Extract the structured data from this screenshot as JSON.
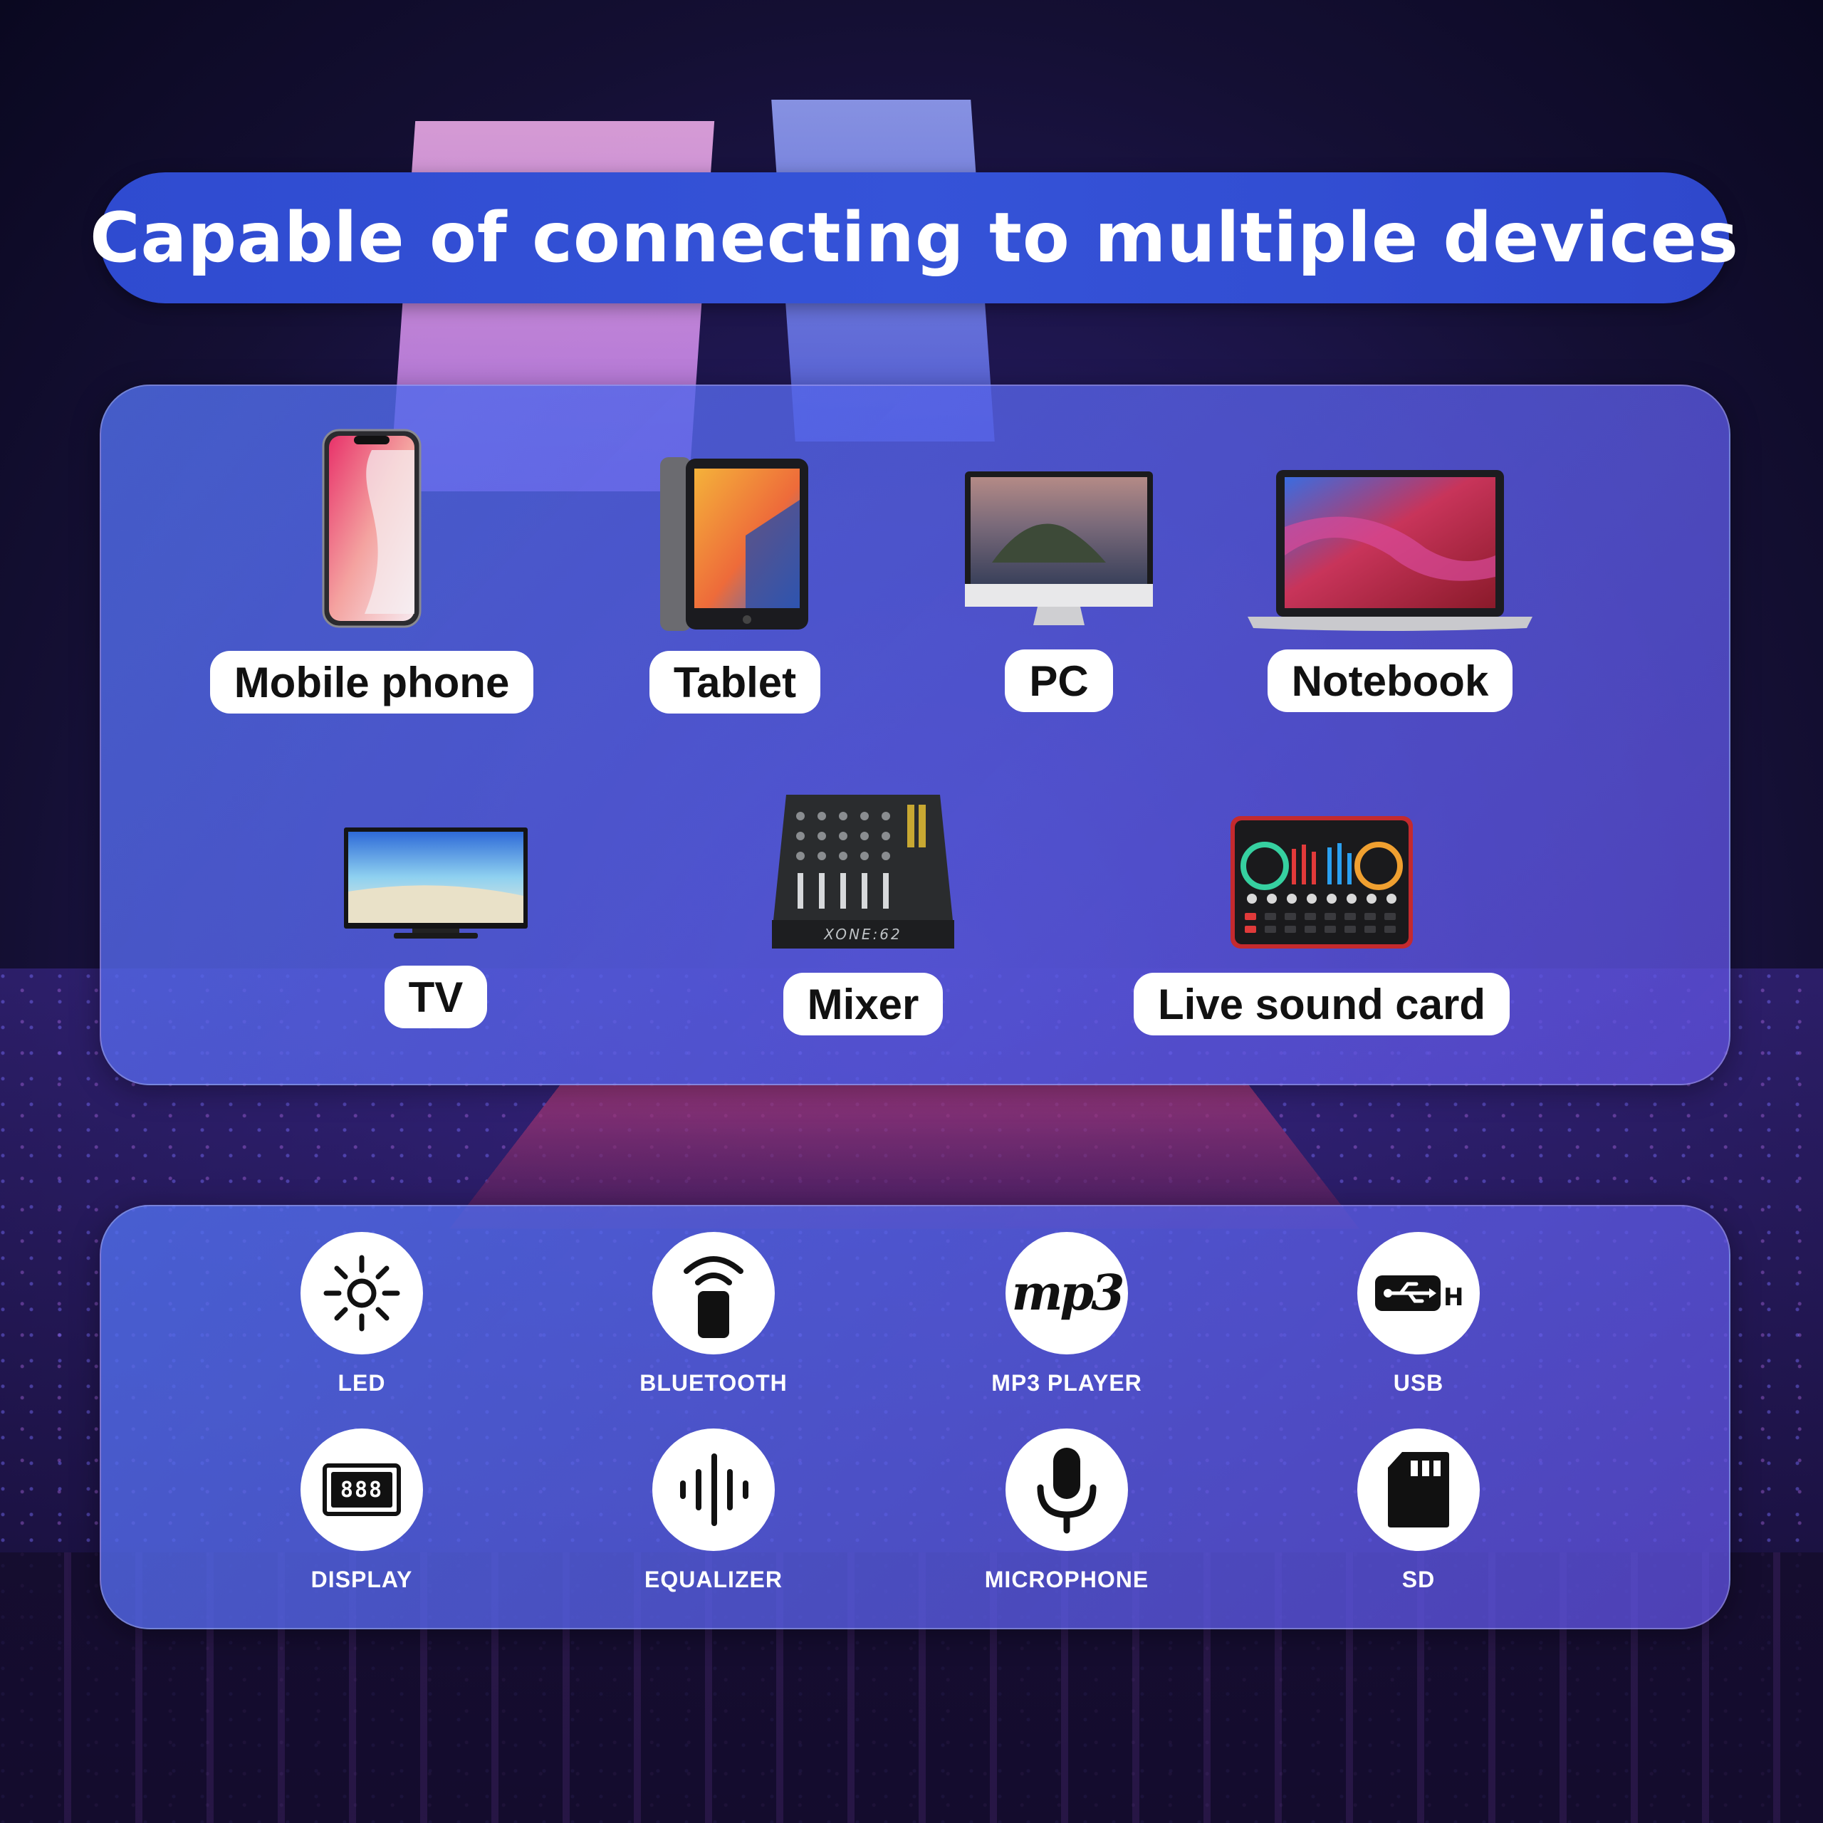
{
  "title": "Capable of connecting to multiple devices",
  "devices": [
    {
      "label": "Mobile phone",
      "icon": "mobile-phone-icon"
    },
    {
      "label": "Tablet",
      "icon": "tablet-icon"
    },
    {
      "label": "PC",
      "icon": "pc-monitor-icon"
    },
    {
      "label": "Notebook",
      "icon": "notebook-laptop-icon"
    },
    {
      "label": "TV",
      "icon": "tv-icon"
    },
    {
      "label": "Mixer",
      "icon": "mixer-icon",
      "brand_text": "XONE:62"
    },
    {
      "label": "Live sound card",
      "icon": "sound-card-icon"
    }
  ],
  "features": [
    {
      "label": "LED",
      "icon": "sun-icon"
    },
    {
      "label": "BLUETOOTH",
      "icon": "bluetooth-remote-icon"
    },
    {
      "label": "MP3 PLAYER",
      "icon": "mp3-icon",
      "glyph": "mp3"
    },
    {
      "label": "USB",
      "icon": "usb-icon"
    },
    {
      "label": "DISPLAY",
      "icon": "display-icon",
      "glyph": "888"
    },
    {
      "label": "EQUALIZER",
      "icon": "equalizer-icon"
    },
    {
      "label": "MICROPHONE",
      "icon": "microphone-icon"
    },
    {
      "label": "SD",
      "icon": "sd-card-icon"
    }
  ],
  "colors": {
    "banner": "#3352d6",
    "panel": "#5a70e6",
    "pill_bg": "#ffffff",
    "text_dark": "#111111"
  }
}
